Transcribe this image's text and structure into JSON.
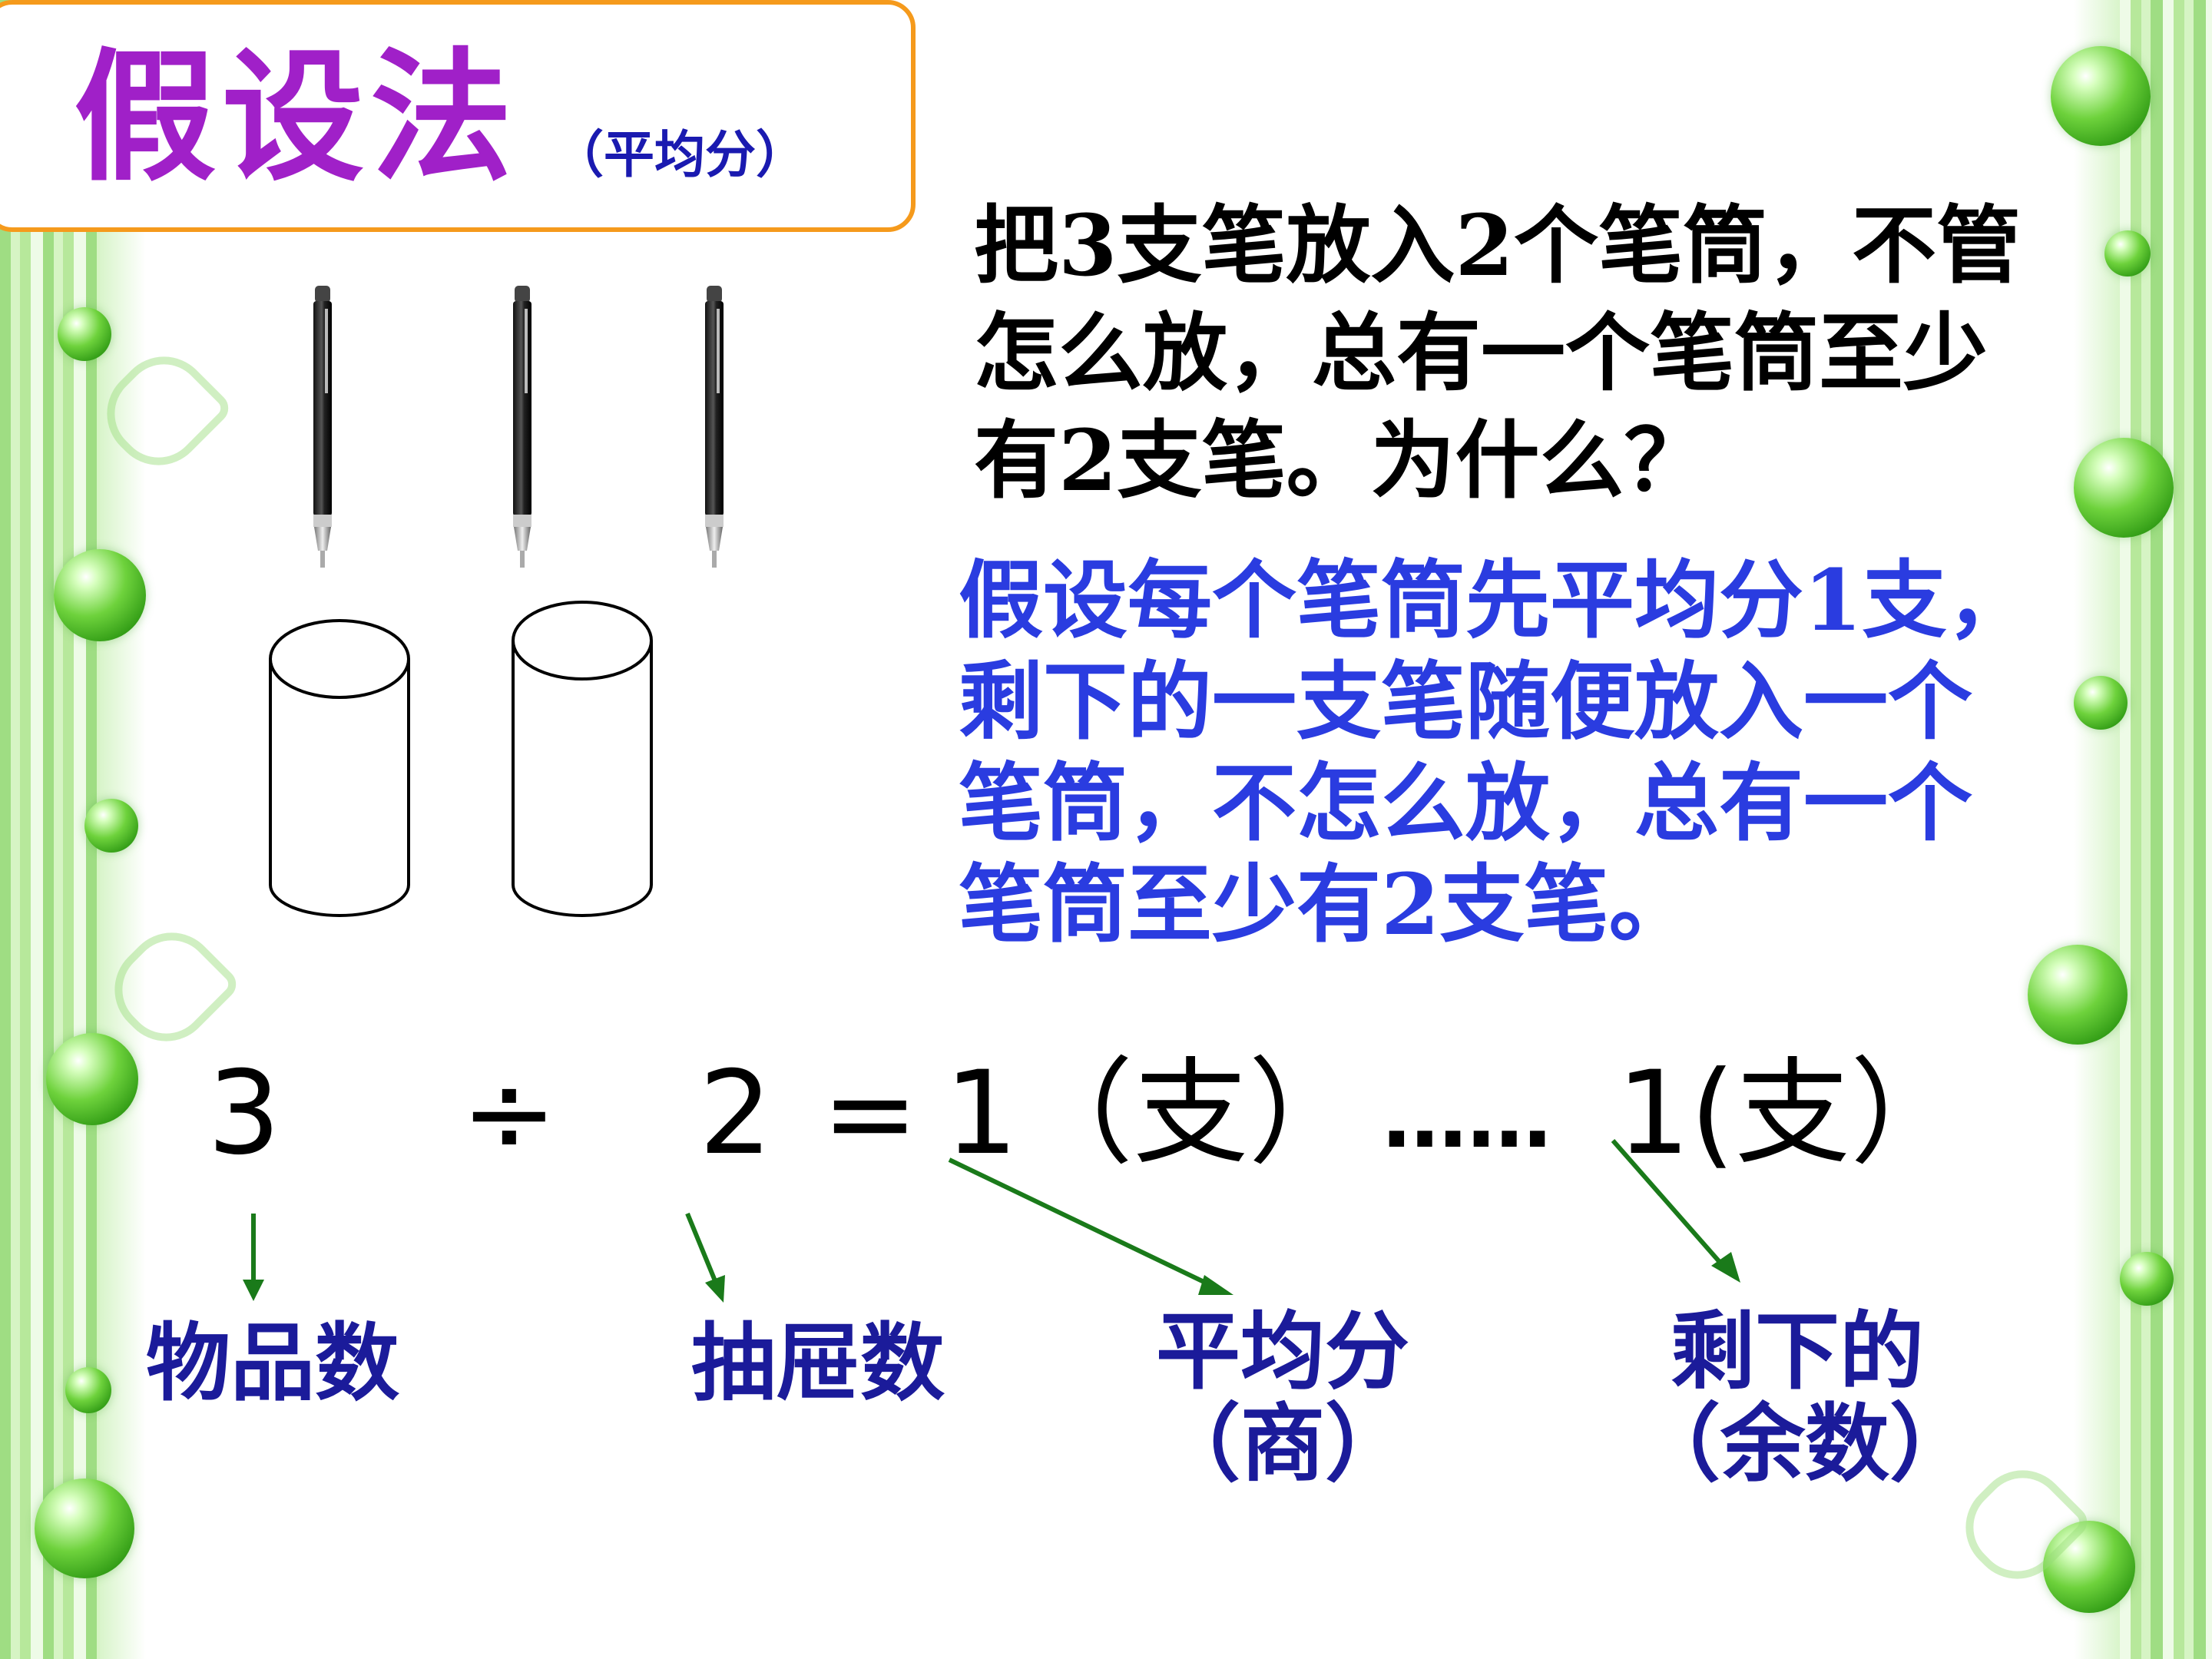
{
  "title": {
    "main": "假设法",
    "sub": "（平均分）"
  },
  "question": "把3支笔放入2个笔筒，不管怎么放，总有一个笔筒至少有2支笔。为什么？",
  "answer": "假设每个笔筒先平均分1支，剩下的一支笔随便放入一个笔筒，不怎么放，总有一个笔筒至少有2支笔。",
  "equation": {
    "dividend": "3",
    "divide": "÷",
    "divisor": "2",
    "equals": "=",
    "quotient": "1（支）",
    "dots": "……",
    "remainder": "1(支）"
  },
  "labels": {
    "items": "物品数",
    "drawers": "抽屉数",
    "quotient_line1": "平均分",
    "quotient_line2": "（商）",
    "remainder_line1": "剩下的",
    "remainder_line2": "（余数）"
  },
  "colors": {
    "title": "#a020c8",
    "title_border": "#f59a1c",
    "answer": "#2a3ce0",
    "label": "#1b1b9a",
    "arrow": "#1a7a1a"
  },
  "icons": [
    "pen-icon",
    "pen-icon",
    "pen-icon",
    "cup-icon",
    "cup-icon"
  ]
}
